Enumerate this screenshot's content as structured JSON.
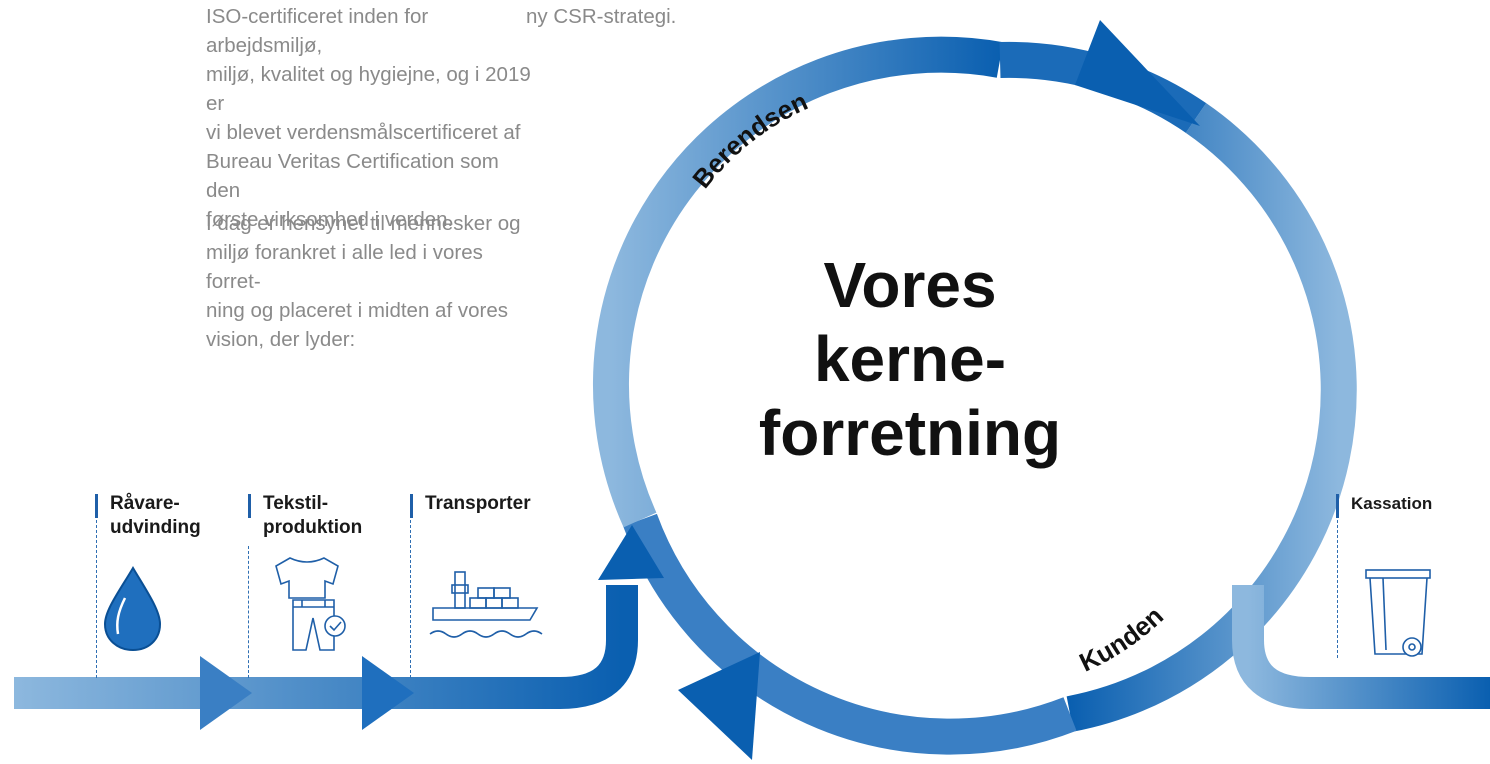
{
  "text": {
    "intro_paragraph": "ISO-certificeret inden for arbejdsmiljø,\nmiljø, kvalitet og hygiejne, og i 2019 er\nvi blevet verdensmålscertificeret af\nBureau Veritas Certification som den\nførste virksomhed i verden.",
    "vision_paragraph": "I dag er hensynet til mennesker og\nmiljø forankret i alle led i vores forret-\nning og placeret i midten af vores\nvision, der lyder:",
    "csr_snippet": "ny CSR-strategi."
  },
  "diagram": {
    "center_title": "Vores\nkerne-\nforretning",
    "cycle_labels": {
      "top": "Berendsen",
      "bottom": "Kunden"
    },
    "stages": [
      {
        "label": "Råvare-\nudvinding",
        "icon": "water-drop-icon"
      },
      {
        "label": "Tekstil-\nproduktion",
        "icon": "garment-icon"
      },
      {
        "label": "Transporter",
        "icon": "cargo-ship-icon"
      },
      {
        "label": "Kassation",
        "icon": "waste-bin-icon"
      }
    ],
    "colors": {
      "dark_blue": "#0a5fb0",
      "light_blue": "#8db8de",
      "stage_bar": "#1f5fa8"
    }
  }
}
